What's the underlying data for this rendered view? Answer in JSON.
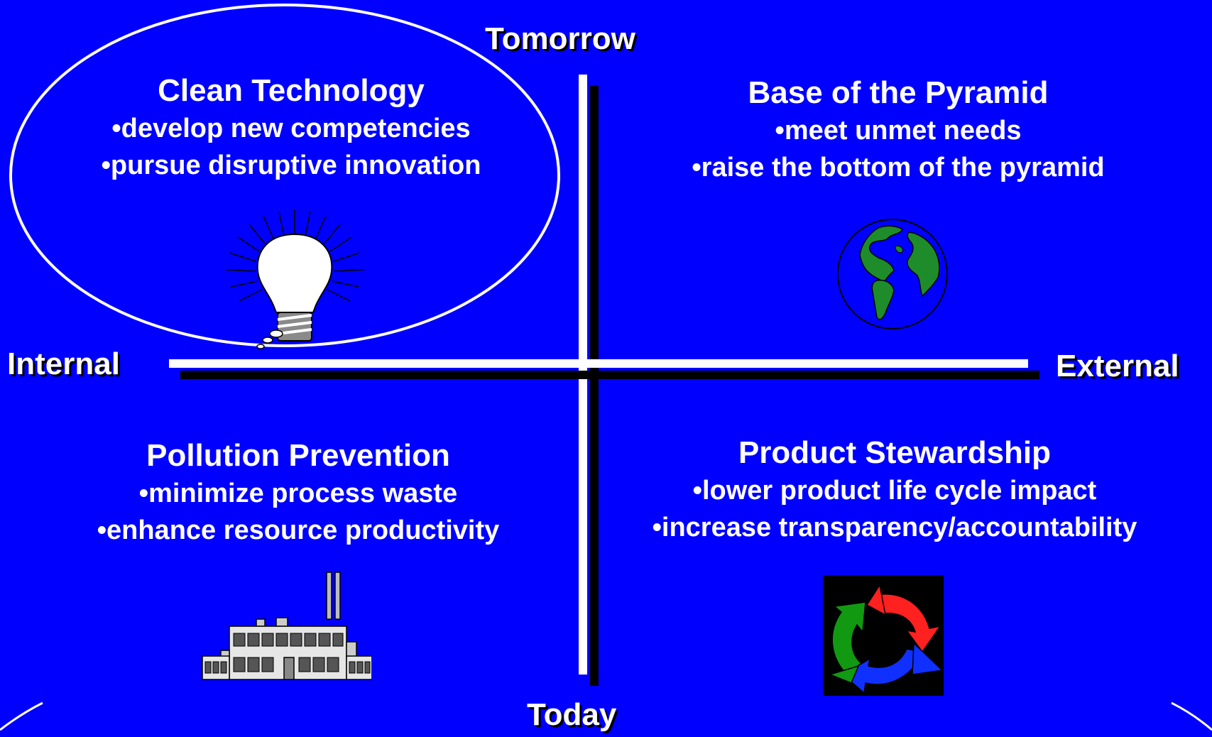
{
  "axes": {
    "top": "Tomorrow",
    "bottom": "Today",
    "left": "Internal",
    "right": "External"
  },
  "quadrants": {
    "top_left": {
      "title": "Clean Technology",
      "bullets": [
        "develop new competencies",
        "pursue disruptive innovation"
      ],
      "icon": "lightbulb-thought-icon",
      "highlighted": true
    },
    "top_right": {
      "title": "Base of the Pyramid",
      "bullets": [
        "meet unmet needs",
        "raise the bottom of the pyramid"
      ],
      "icon": "globe-icon"
    },
    "bottom_left": {
      "title": "Pollution Prevention",
      "bullets": [
        "minimize process waste",
        "enhance resource productivity"
      ],
      "icon": "factory-icon"
    },
    "bottom_right": {
      "title": "Product Stewardship",
      "bullets": [
        "lower product life cycle impact",
        "increase transparency/accountability"
      ],
      "icon": "recycle-arrows-icon"
    }
  },
  "colors": {
    "background": "#0000ff",
    "text": "#ffffff",
    "shadow": "#000000",
    "globe_land": "#1e8c2a",
    "recycle_red": "#ff2020",
    "recycle_green": "#119911",
    "recycle_blue": "#1030ff"
  }
}
